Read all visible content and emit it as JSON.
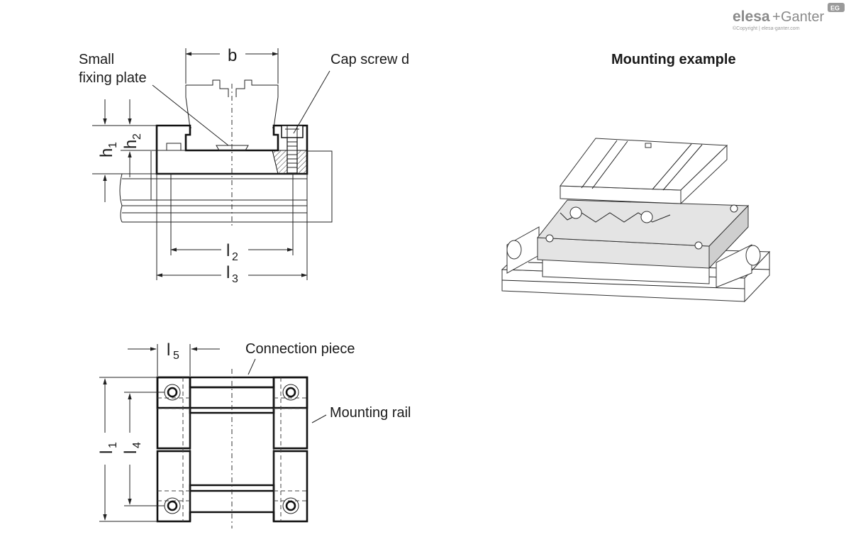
{
  "brand": {
    "logo_text_1": "elesa",
    "logo_plus": "+",
    "logo_text_2": "Ganter",
    "copyright": "©Copyright | elesa-ganter.com",
    "badge": "EG"
  },
  "section_view": {
    "dim_b": "b",
    "label_small_fixing_plate_1": "Small",
    "label_small_fixing_plate_2": "fixing plate",
    "label_cap_screw": "Cap screw d",
    "dim_h1": "h",
    "dim_h1_sub": "1",
    "dim_h2": "h",
    "dim_h2_sub": "2",
    "dim_l2": "l",
    "dim_l2_sub": "2",
    "dim_l3": "l",
    "dim_l3_sub": "3"
  },
  "plan_view": {
    "dim_l5": "l",
    "dim_l5_sub": "5",
    "label_connection_piece": "Connection piece",
    "label_mounting_rail": "Mounting rail",
    "dim_l1": "l",
    "dim_l1_sub": "1",
    "dim_l4": "l",
    "dim_l4_sub": "4"
  },
  "mounting_example": {
    "title": "Mounting example"
  },
  "colors": {
    "line": "#111111",
    "brand_grey": "#8a8a8a",
    "fill_grey": "#d6d6d6"
  }
}
